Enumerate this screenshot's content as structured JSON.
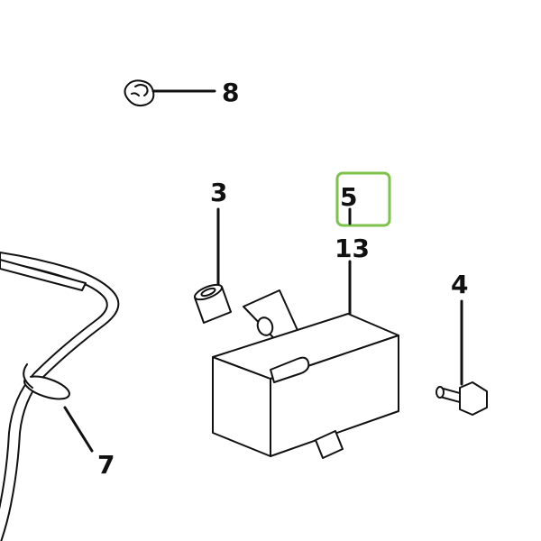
{
  "labels": {
    "part_8": "8",
    "part_3": "3",
    "part_5": "5",
    "part_13": "13",
    "part_4": "4",
    "part_7": "7"
  },
  "colors": {
    "highlight": "#7dc24b",
    "ink": "#111111"
  },
  "icons": {
    "clip": "clip-icon",
    "spacer": "spacer-icon",
    "module_box": "ignition-module-icon",
    "bolt": "bolt-icon",
    "wire_harness": "wire-harness-icon"
  }
}
